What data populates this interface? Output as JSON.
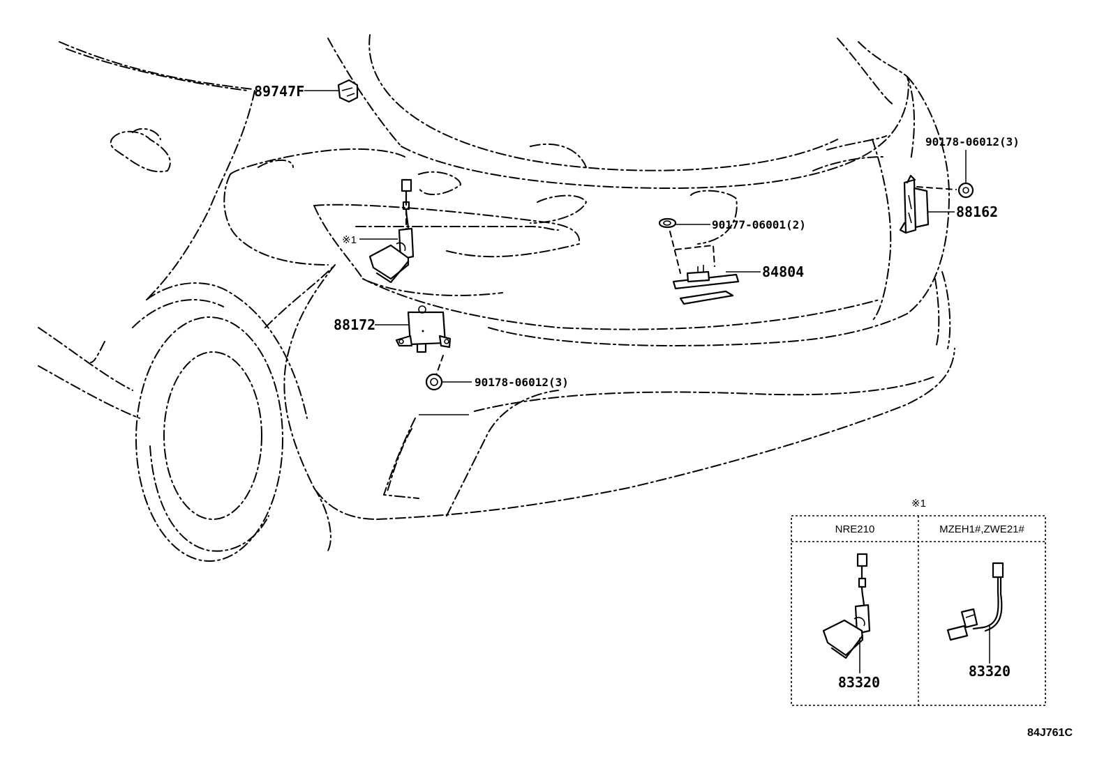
{
  "callouts": {
    "p89747F": "89747F",
    "p90178_top": "90178-06012(3)",
    "p88162": "88162",
    "p90177": "90177-06001(2)",
    "note1_main": "※1",
    "p84804": "84804",
    "p88172": "88172",
    "p90178_mid": "90178-06012(3)"
  },
  "inset": {
    "note_mark": "※1",
    "col_left_header": "NRE210",
    "col_right_header": "MZEH1#,ZWE21#",
    "col_left_part": "83320",
    "col_right_part": "83320"
  },
  "reference_code": "84J761C"
}
